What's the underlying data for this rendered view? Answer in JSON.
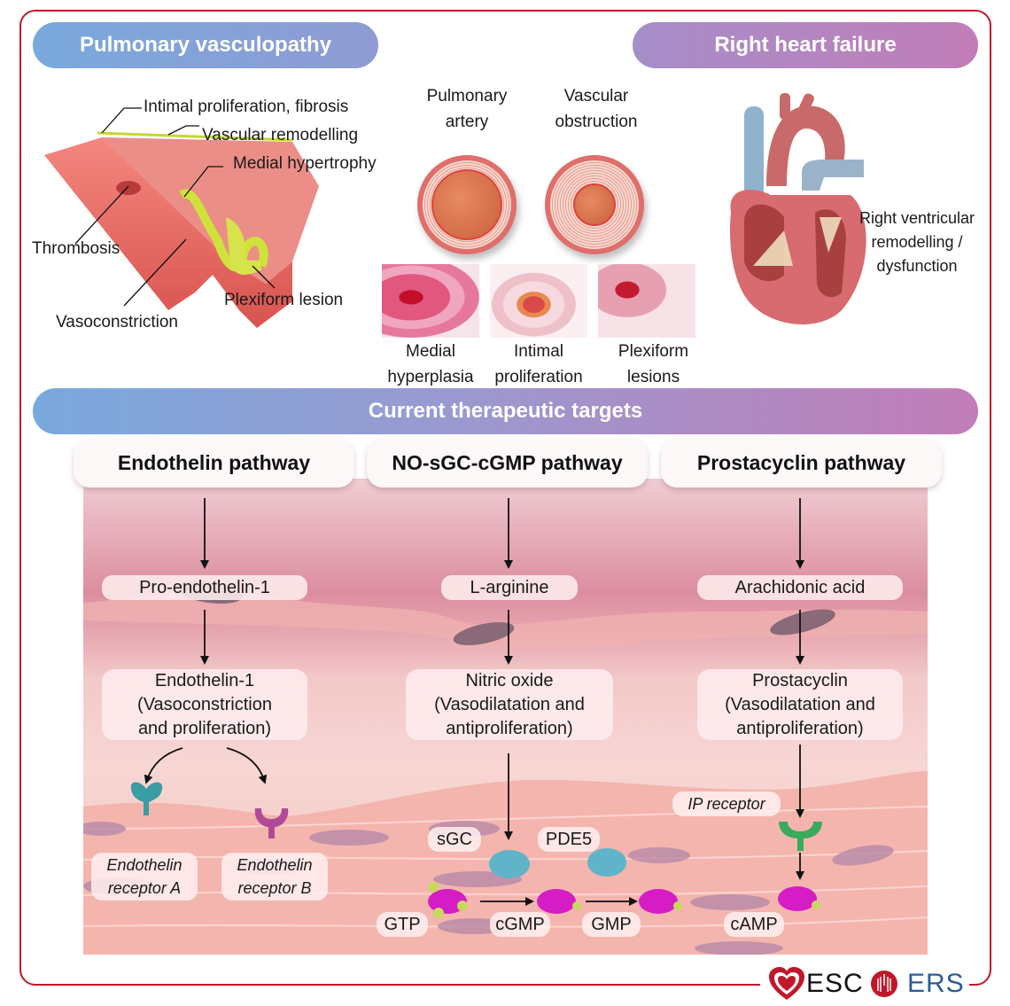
{
  "sections": {
    "pulmonary_vasculopathy": "Pulmonary vasculopathy",
    "right_heart_failure": "Right heart failure",
    "current_targets": "Current therapeutic targets"
  },
  "vessel_labels": {
    "intimal": "Intimal proliferation, fibrosis",
    "remodelling": "Vascular remodelling",
    "medial": "Medial hypertrophy",
    "thrombosis": "Thrombosis",
    "plexiform": "Plexiform lesion",
    "vasoconstriction": "Vasoconstriction"
  },
  "cross_sections": {
    "normal": [
      "Pulmonary",
      "artery"
    ],
    "obstructed": [
      "Vascular",
      "obstruction"
    ]
  },
  "histology": [
    {
      "line1": "Medial",
      "line2": "hyperplasia"
    },
    {
      "line1": "Intimal",
      "line2": "proliferation"
    },
    {
      "line1": "Plexiform",
      "line2": "lesions"
    }
  ],
  "heart_label": [
    "Right ventricular",
    "remodelling /",
    "dysfunction"
  ],
  "pathways": [
    {
      "title": "Endothelin pathway",
      "precursor": "Pro-endothelin-1",
      "product": [
        "Endothelin-1",
        "(Vasoconstriction",
        "and proliferation)"
      ],
      "receptors": [
        [
          "Endothelin",
          "receptor A"
        ],
        [
          "Endothelin",
          "receptor B"
        ]
      ]
    },
    {
      "title": "NO-sGC-cGMP pathway",
      "precursor": "L-arginine",
      "product": [
        "Nitric oxide",
        "(Vasodilatation and",
        "antiproliferation)"
      ],
      "enzymes": [
        "sGC",
        "PDE5"
      ],
      "molecules": [
        "GTP",
        "cGMP",
        "GMP"
      ]
    },
    {
      "title": "Prostacyclin pathway",
      "precursor": "Arachidonic acid",
      "product": [
        "Prostacyclin",
        "(Vasodilatation and",
        "antiproliferation)"
      ],
      "receptor": "IP receptor",
      "molecule": "cAMP"
    }
  ],
  "logos": {
    "esc": "ESC",
    "ers": "ERS"
  },
  "colors": {
    "frame": "#c0182a",
    "receptor_a": "#3a9da3",
    "receptor_b": "#b04a98",
    "ip_receptor": "#3aaa5c",
    "molecule": "#d61cc4",
    "enzyme": "#5fb4c9",
    "ers_blue": "#2c5b9c"
  }
}
